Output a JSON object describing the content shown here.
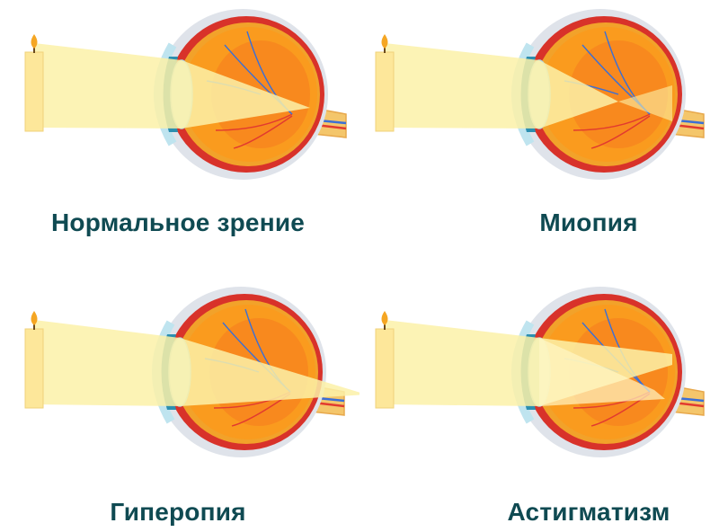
{
  "panels": [
    {
      "id": "normal",
      "label": "Нормальное зрение",
      "focus": "on-retina"
    },
    {
      "id": "myopia",
      "label": "Миопия",
      "focus": "in-front-of-retina"
    },
    {
      "id": "hyper",
      "label": "Гиперопия",
      "focus": "behind-retina"
    },
    {
      "id": "astig",
      "label": "Астигматизм",
      "focus": "multiple-points"
    }
  ],
  "colors": {
    "caption": "#0f4a52",
    "light_beam": "#fbf1a8",
    "sclera": "#dfe3ea",
    "choroid": "#d8322a",
    "retina_inner": "#f57a1f",
    "vitreous": "#fa9b1e",
    "iris": "#2c8fb0",
    "lens": "#d4eef6",
    "candle": "#fde79a",
    "flame": "#f5a623",
    "nerve": "#f4c66b",
    "vessel_blue": "#3b6fd6",
    "vessel_red": "#e23a2f"
  },
  "icons": [
    "candle-icon",
    "eye-cross-section-icon",
    "light-beam-icon"
  ]
}
